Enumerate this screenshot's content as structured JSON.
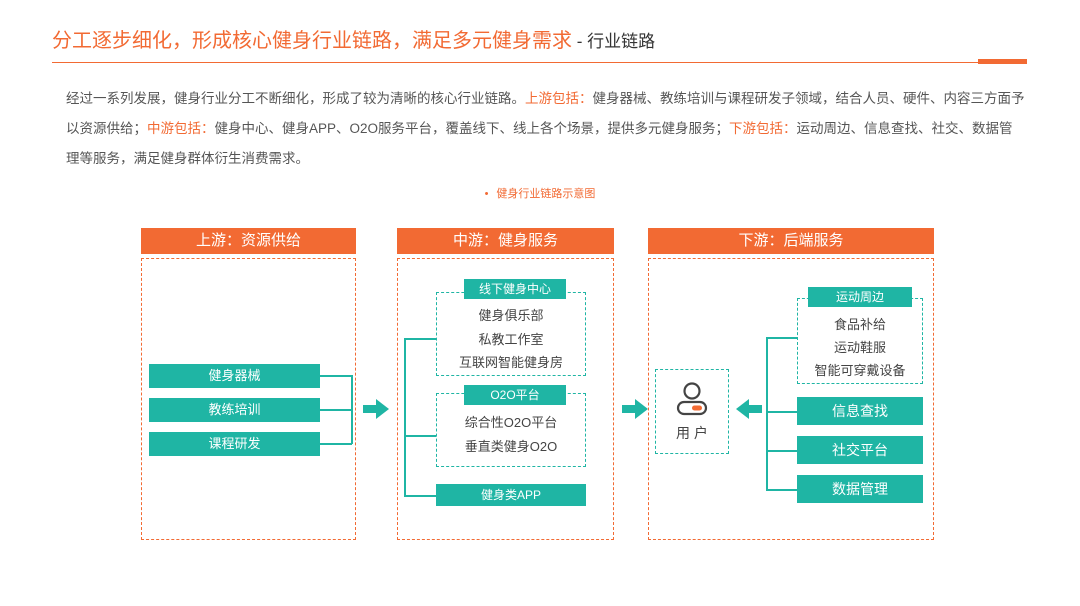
{
  "header": {
    "title": "分工逐步细化，形成核心健身行业链路，满足多元健身需求",
    "separator": " - ",
    "subtitle": "行业链路"
  },
  "intro": {
    "part1": "经过一系列发展，健身行业分工不断细化，形成了较为清晰的核心行业链路。",
    "upstream_label": "上游包括：",
    "upstream_text": "健身器械、教练培训与课程研发子领域，结合人员、硬件、内容三方面予以资源供给；",
    "midstream_label": "中游包括：",
    "midstream_text": "健身中心、健身APP、O2O服务平台，覆盖线下、线上各个场景，提供多元健身服务；",
    "downstream_label": "下游包括：",
    "downstream_text": "运动周边、信息查找、社交、数据管理等服务，满足健身群体衍生消费需求。"
  },
  "diagram": {
    "caption_bullet": "•",
    "caption": "健身行业链路示意图",
    "upstream": {
      "header": "上游：资源供给",
      "items": [
        "健身器械",
        "教练培训",
        "课程研发"
      ]
    },
    "midstream": {
      "header": "中游：健身服务",
      "offline": {
        "label": "线下健身中心",
        "items": [
          "健身俱乐部",
          "私教工作室",
          "互联网智能健身房"
        ]
      },
      "o2o": {
        "label": "O2O平台",
        "items": [
          "综合性O2O平台",
          "垂直类健身O2O"
        ]
      },
      "app": "健身类APP"
    },
    "user": {
      "label": "用 户"
    },
    "downstream": {
      "header": "下游：后端服务",
      "peripherals": {
        "label": "运动周边",
        "items": [
          "食品补给",
          "运动鞋服",
          "智能可穿戴设备"
        ]
      },
      "items": [
        "信息查找",
        "社交平台",
        "数据管理"
      ]
    },
    "colors": {
      "orange": "#f26a33",
      "teal": "#1fb5a4"
    }
  }
}
